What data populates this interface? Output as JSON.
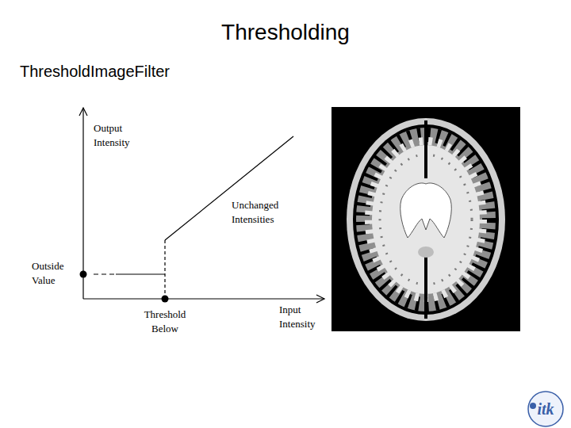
{
  "diagram": {
    "title": "Thresholding",
    "labels": [
      "ThresholdImageFilter",
      "Output Intensity",
      "Input Intensity",
      "Unchanged Intensities",
      "Outside Value",
      "Threshold Below",
      "itk"
    ]
  }
}
